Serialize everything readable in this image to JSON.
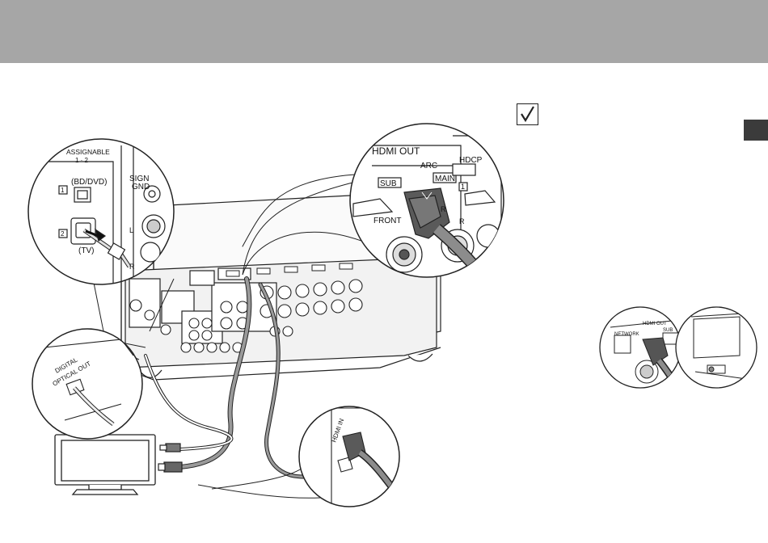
{
  "labels": {
    "assignable": "ASSIGNABLE",
    "assignable_nums": "1 · 2",
    "bd_dvd": "(BD/DVD)",
    "port1": "1",
    "port2": "2",
    "tv": "(TV)",
    "signal_gnd_1": "SIGN",
    "signal_gnd_2": "GND",
    "l": "L",
    "r": "R",
    "hdmi_out": "HDMI OUT",
    "arc": "ARC",
    "sub": "SUB",
    "main": "MAIN",
    "front": "FRONT",
    "hdcp": "HDCP",
    "hdcp_num": "1",
    "hdcp_r": "R",
    "r_side": "R",
    "digital_optical_out_1": "DIGITAL",
    "digital_optical_out_2": "OPTICAL OUT",
    "hdmi_in": "HDMI IN",
    "inset_hdmi": "HDMI OUT",
    "inset_sub": "SUB",
    "inset_network": "NETWORK"
  },
  "colors": {
    "header": "#a6a6a6",
    "tab": "#3b3b3b",
    "line": "#222222",
    "cable": "#8c8c8c",
    "plug": "#5a5a5a"
  }
}
